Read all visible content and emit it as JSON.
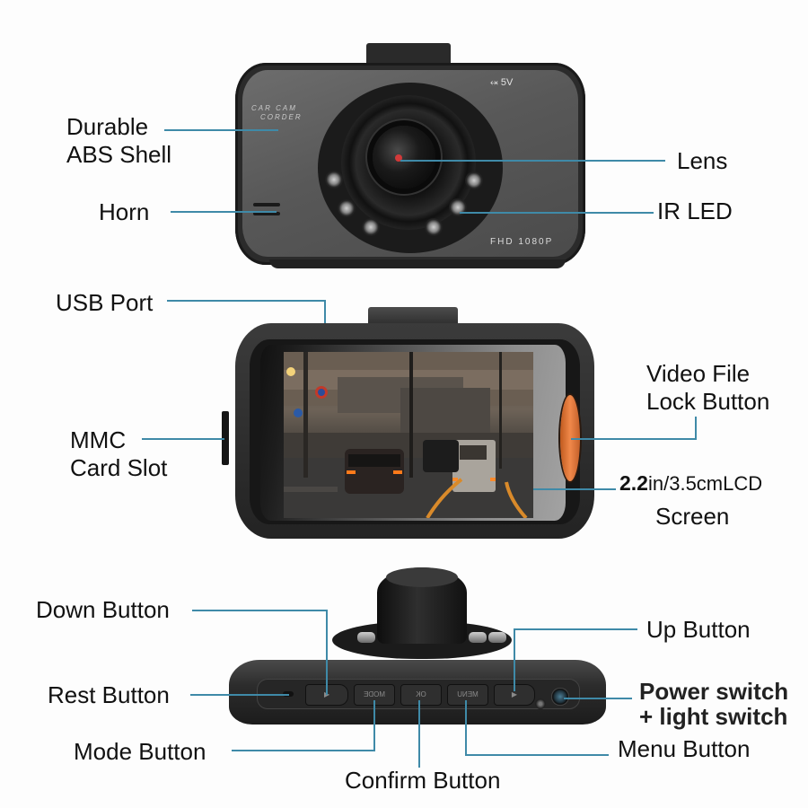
{
  "figure": {
    "type": "product-annotation-diagram",
    "subject": "Car dash camera"
  },
  "front_view": {
    "device_markings": {
      "brand_line1": "CAR CAM",
      "brand_line2": "CORDER",
      "resolution": "FHD 1080P",
      "usb_marking": "5V"
    },
    "callouts": {
      "shell_line1": "Durable",
      "shell_line2": "ABS Shell",
      "horn": "Horn",
      "lens": "Lens",
      "ir_led": "IR LED"
    }
  },
  "screen_view": {
    "callouts": {
      "usb_port": "USB Port",
      "mmc_line1": "MMC",
      "mmc_line2": "Card Slot",
      "lock_line1": "Video File",
      "lock_line2": "Lock Button",
      "lcd_size_num": "2.2",
      "lcd_size_rest": "in/3.5cmLCD",
      "lcd_line2": "Screen"
    }
  },
  "bottom_view": {
    "device_button_text": {
      "mode": "MODE",
      "ok": "OK",
      "menu": "MENU"
    },
    "callouts": {
      "down": "Down Button",
      "reset": "Rest Button",
      "mode": "Mode Button",
      "confirm": "Confirm Button",
      "up": "Up Button",
      "power_line1": "Power switch",
      "power_line2": "+ light switch",
      "menu": "Menu Button"
    }
  },
  "colors": {
    "leader_line": "#3f8aa8",
    "background": "#fdfdfd",
    "lock_button": "#f0884a",
    "body": "#2b2b2b"
  }
}
